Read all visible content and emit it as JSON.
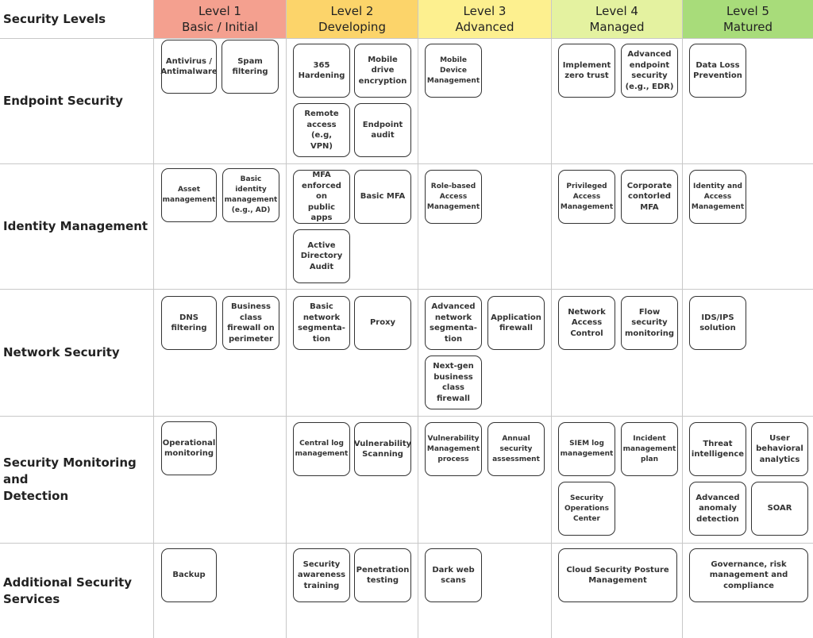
{
  "header": {
    "corner_label": "Security Levels",
    "levels": [
      {
        "line1": "Level 1",
        "line2": "Basic / Initial",
        "color": "#f4a08f"
      },
      {
        "line1": "Level 2",
        "line2": "Developing",
        "color": "#fcd46a"
      },
      {
        "line1": "Level 3",
        "line2": "Advanced",
        "color": "#fdf08f"
      },
      {
        "line1": "Level 4",
        "line2": "Managed",
        "color": "#e4f2a0"
      },
      {
        "line1": "Level 5",
        "line2": "Matured",
        "color": "#a8dc7a"
      }
    ]
  },
  "rows": [
    {
      "label": "Endpoint Security"
    },
    {
      "label": "Identity Management"
    },
    {
      "label": "Network Security"
    },
    {
      "label": "Security Monitoring and\nDetection"
    },
    {
      "label": "Additional Security\nServices"
    }
  ],
  "capabilities": {
    "endpoint": {
      "antivirus": "Antivirus /\nAntimalware",
      "spam": "Spam\nfiltering",
      "hardening365": "365\nHardening",
      "mobile_drive": "Mobile drive\nencryption",
      "remote_access": "Remote\naccess (e.g,\nVPN)",
      "endpoint_audit": "Endpoint\naudit",
      "mdm": "Mobile\nDevice\nManagement",
      "zero_trust": "Implement\nzero trust",
      "edr": "Advanced\nendpoint\nsecurity\n(e.g., EDR)",
      "dlp": "Data Loss\nPrevention"
    },
    "identity": {
      "asset_mgmt": "Asset\nmanagement",
      "basic_identity": "Basic identity\nmanagement\n(e.g., AD)",
      "mfa_public": "MFA\nenforced on\npublic apps",
      "basic_mfa": "Basic MFA",
      "ad_audit": "Active\nDirectory\nAudit",
      "rbac": "Role-based\nAccess\nManagement",
      "pam": "Privileged\nAccess\nManagement",
      "corp_mfa": "Corporate\ncontorled\nMFA",
      "iam": "Identity and\nAccess\nManagement"
    },
    "network": {
      "dns": "DNS\nfiltering",
      "business_fw": "Business\nclass\nfirewall on\nperimeter",
      "basic_seg": "Basic\nnetwork\nsegmenta-\ntion",
      "proxy": "Proxy",
      "adv_seg": "Advanced\nnetwork\nsegmenta-\ntion",
      "app_fw": "Application\nfirewall",
      "nextgen_fw": "Next-gen\nbusiness\nclass\nfirewall",
      "nac": "Network\nAccess\nControl",
      "flow": "Flow\nsecurity\nmonitoring",
      "ids": "IDS/IPS\nsolution"
    },
    "monitoring": {
      "operational": "Operational\nmonitoring",
      "central_log": "Central log\nmanagement",
      "vuln_scan": "Vulnerability\nScanning",
      "vuln_mgmt": "Vulnerability\nManagement\nprocess",
      "annual": "Annual\nsecurity\nassessment",
      "siem": "SIEM log\nmanagement",
      "incident": "Incident\nmanagement\nplan",
      "soc": "Security\nOperations\nCenter",
      "threat": "Threat\nintelligence",
      "uba": "User\nbehavioral\nanalytics",
      "anomaly": "Advanced\nanomaly\ndetection",
      "soar": "SOAR"
    },
    "additional": {
      "backup": "Backup",
      "awareness": "Security\nawareness\ntraining",
      "pentest": "Penetration\ntesting",
      "darkweb": "Dark web\nscans",
      "cspm": "Cloud Security Posture\nManagement",
      "grc": "Governance, risk\nmanagement and\ncompliance"
    }
  }
}
